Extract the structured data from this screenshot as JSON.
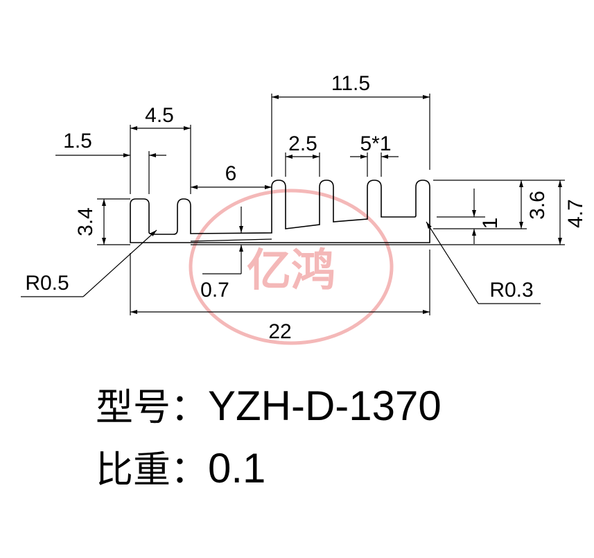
{
  "watermark": {
    "text": "亿鸿",
    "color": "#f4b8b8"
  },
  "dimensions": {
    "overall_width": "22",
    "right_span": "11.5",
    "left_span": "4.5",
    "left_fin": "1.5",
    "gap": "6",
    "pitch": "2.5",
    "fins": "5*1",
    "left_height": "3.4",
    "base": "0.7",
    "right_fin_height": "3.6",
    "total_height": "4.7",
    "step": "1",
    "radius_left": "R0.5",
    "radius_right": "R0.3"
  },
  "spec": {
    "model_label": "型号：",
    "model_value": "YZH-D-1370",
    "weight_label": "比重：",
    "weight_value": "0.1"
  }
}
